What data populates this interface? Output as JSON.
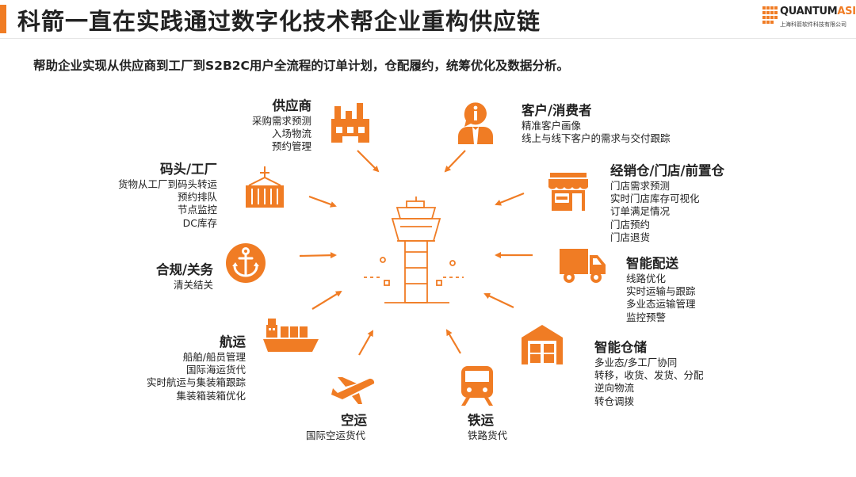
{
  "header": {
    "title": "科箭一直在实践通过数字化技术帮企业重构供应链",
    "logo_brand_a": "QUANTUM",
    "logo_brand_b": "ASIA",
    "logo_sub": "上海科箭软件科技有限公司"
  },
  "subtitle": "帮助企业实现从供应商到工厂到S2B2C用户全流程的订单计划，仓配履约，统筹优化及数据分析。",
  "colors": {
    "accent": "#f07c24",
    "text": "#222222"
  },
  "nodes": {
    "supplier": {
      "title": "供应商",
      "lines": [
        "采购需求预测",
        "入场物流",
        "预约管理"
      ],
      "icon": "factory-icon"
    },
    "customer": {
      "title": "客户/消费者",
      "lines": [
        "精准客户画像",
        "线上与线下客户的需求与交付跟踪"
      ],
      "icon": "consumer-info-icon"
    },
    "port": {
      "title": "码头/工厂",
      "lines": [
        "货物从工厂到码头转运",
        "预约排队",
        "节点监控",
        "DC库存"
      ],
      "icon": "container-crane-icon"
    },
    "store": {
      "title": "经销仓/门店/前置仓",
      "lines": [
        "门店需求预测",
        "实时门店库存可视化",
        "订单满足情况",
        "门店预约",
        "门店退货"
      ],
      "icon": "storefront-icon"
    },
    "customs": {
      "title": "合规/关务",
      "lines": [
        "清关结关"
      ],
      "icon": "anchor-icon"
    },
    "delivery": {
      "title": "智能配送",
      "lines": [
        "线路优化",
        "实时运输与跟踪",
        "多业态运输管理",
        "监控预警"
      ],
      "icon": "truck-icon"
    },
    "shipping": {
      "title": "航运",
      "lines": [
        "船舶/船员管理",
        "国际海运货代",
        "实时航运与集装箱跟踪",
        "集装箱装箱优化"
      ],
      "icon": "cargo-ship-icon"
    },
    "warehouse": {
      "title": "智能仓储",
      "lines": [
        "多业态/多工厂协同",
        "转移，收货、发货、分配",
        "逆向物流",
        "转仓调拨"
      ],
      "icon": "warehouse-icon"
    },
    "air": {
      "title": "空运",
      "lines": [
        "国际空运货代"
      ],
      "icon": "airplane-icon"
    },
    "rail": {
      "title": "铁运",
      "lines": [
        "铁路货代"
      ],
      "icon": "train-icon"
    }
  },
  "center": {
    "icon": "control-tower-icon"
  }
}
